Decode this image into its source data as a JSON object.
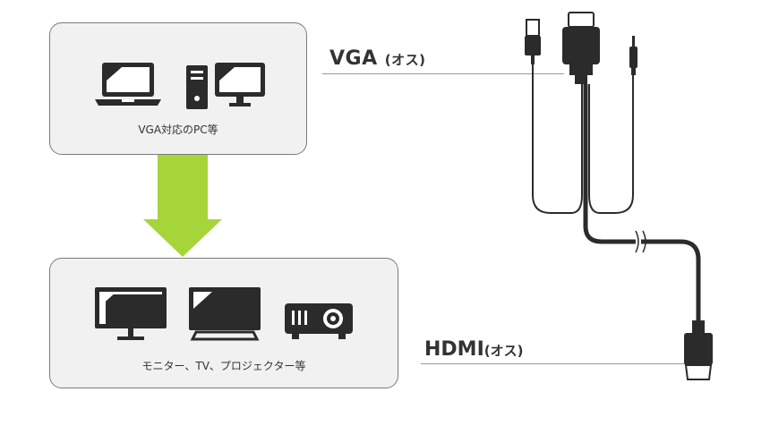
{
  "source": {
    "label": "VGA対応のPC等",
    "icons": [
      "laptop-icon",
      "desktop-pc-icon"
    ]
  },
  "destination": {
    "label": "モニター、TV、プロジェクター等",
    "icons": [
      "monitor-icon",
      "tv-icon",
      "projector-icon"
    ]
  },
  "flow_arrow": {
    "color": "#a6d53a",
    "direction": "down"
  },
  "cable": {
    "vga": {
      "name": "VGA",
      "suffix": "(オス)"
    },
    "hdmi": {
      "name": "HDMI",
      "suffix": "(オス)"
    }
  }
}
